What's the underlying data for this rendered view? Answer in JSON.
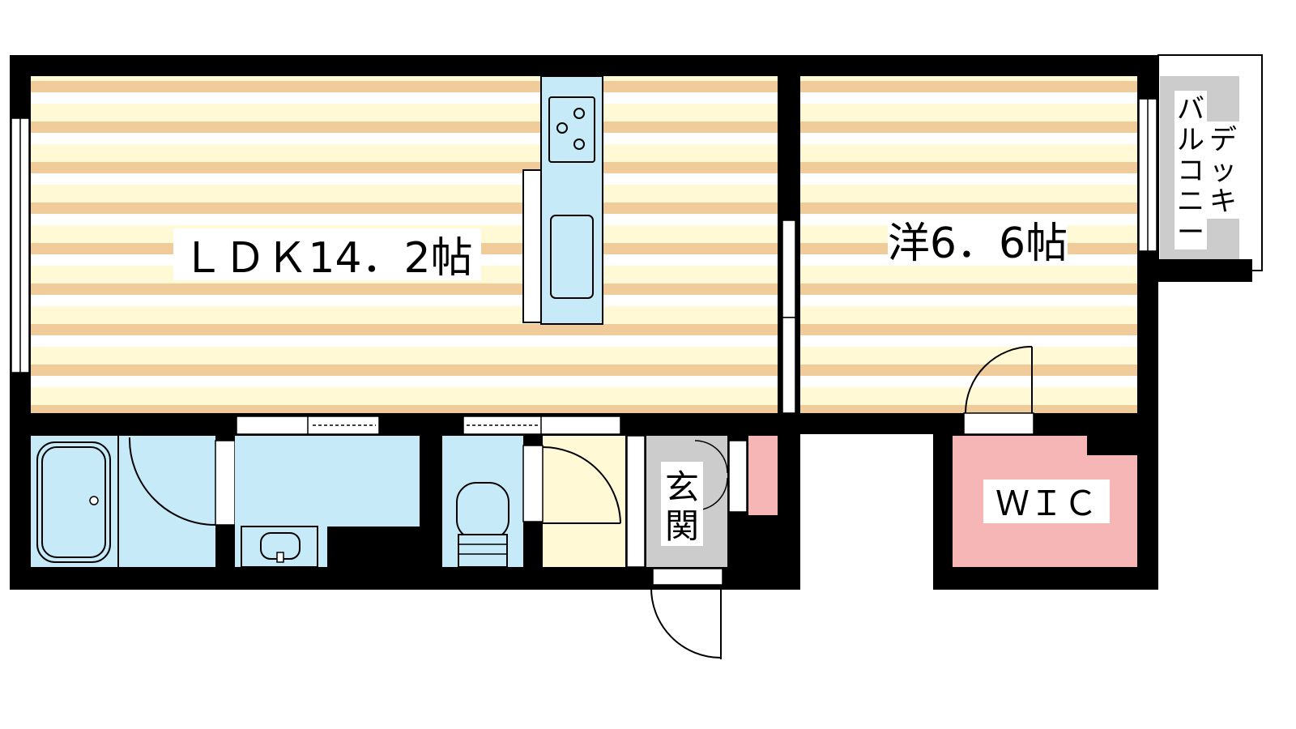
{
  "floorplan": {
    "rooms": {
      "ldk": "ＬＤＫ14．2帖",
      "western": "洋6．6帖",
      "wic": "ＷＩＣ",
      "entrance": [
        "玄",
        "関"
      ],
      "balcony": [
        "バ",
        "ル",
        "コ",
        "ニ",
        "ー"
      ],
      "deck": [
        "デ",
        "ッ",
        "キ"
      ]
    },
    "colors": {
      "wall": "#000000",
      "floor_stripe": "#efcc99",
      "floor_base": "#fff9d6",
      "water_area": "#c6eaf8",
      "wic_pink": "#f6b6b6",
      "entrance_gray": "#cccccc",
      "balcony_gray": "#cccccc",
      "hall_yellow": "#fff9d6"
    },
    "icons": [
      "stove-icon",
      "sink-icon",
      "bathtub-icon",
      "washbasin-icon",
      "toilet-icon"
    ]
  }
}
